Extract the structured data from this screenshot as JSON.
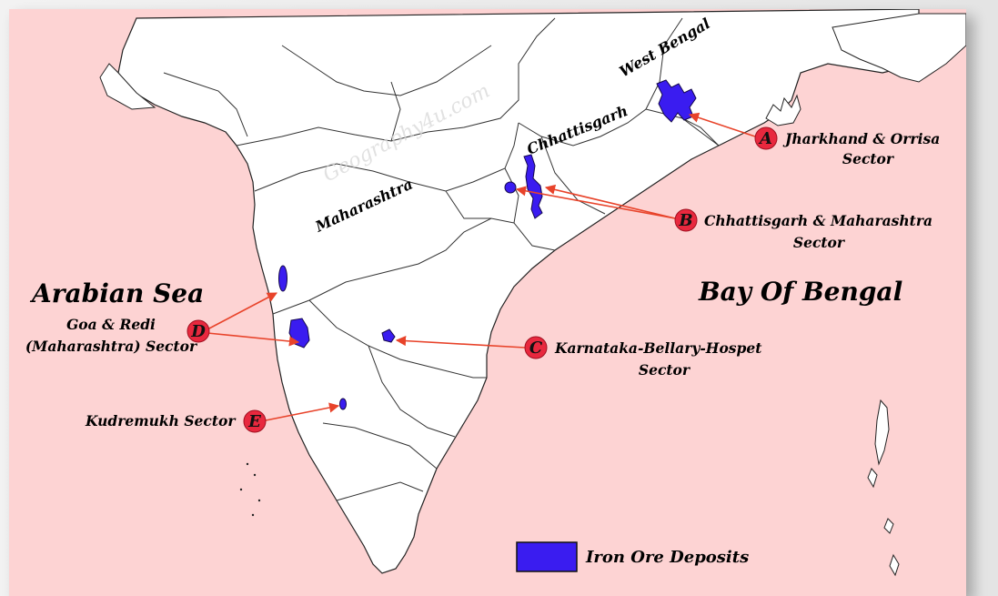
{
  "watermark": "Geography4u.com",
  "seas": {
    "arabian": "Arabian Sea",
    "bengal": "Bay Of Bengal"
  },
  "states": {
    "maharashtra": "Maharashtra",
    "chhattisgarh": "Chhattisgarh",
    "west_bengal": "West Bengal"
  },
  "sectors": [
    {
      "letter": "A",
      "line1": "Jharkhand & Orrisa",
      "line2": "Sector"
    },
    {
      "letter": "B",
      "line1": "Chhattisgarh & Maharashtra",
      "line2": "Sector"
    },
    {
      "letter": "C",
      "line1": "Karnataka-Bellary-Hospet",
      "line2": "Sector"
    },
    {
      "letter": "D",
      "line1": "Goa & Redi",
      "line2": "(Maharashtra) Sector"
    },
    {
      "letter": "E",
      "line1": "Kudremukh Sector",
      "line2": ""
    }
  ],
  "legend": {
    "label": "Iron Ore Deposits"
  },
  "colors": {
    "sea": "#fdd3d3",
    "land": "#ffffff",
    "deposit": "#3a1cf0",
    "badge": "#e8283e",
    "arrow": "#e8432a"
  }
}
